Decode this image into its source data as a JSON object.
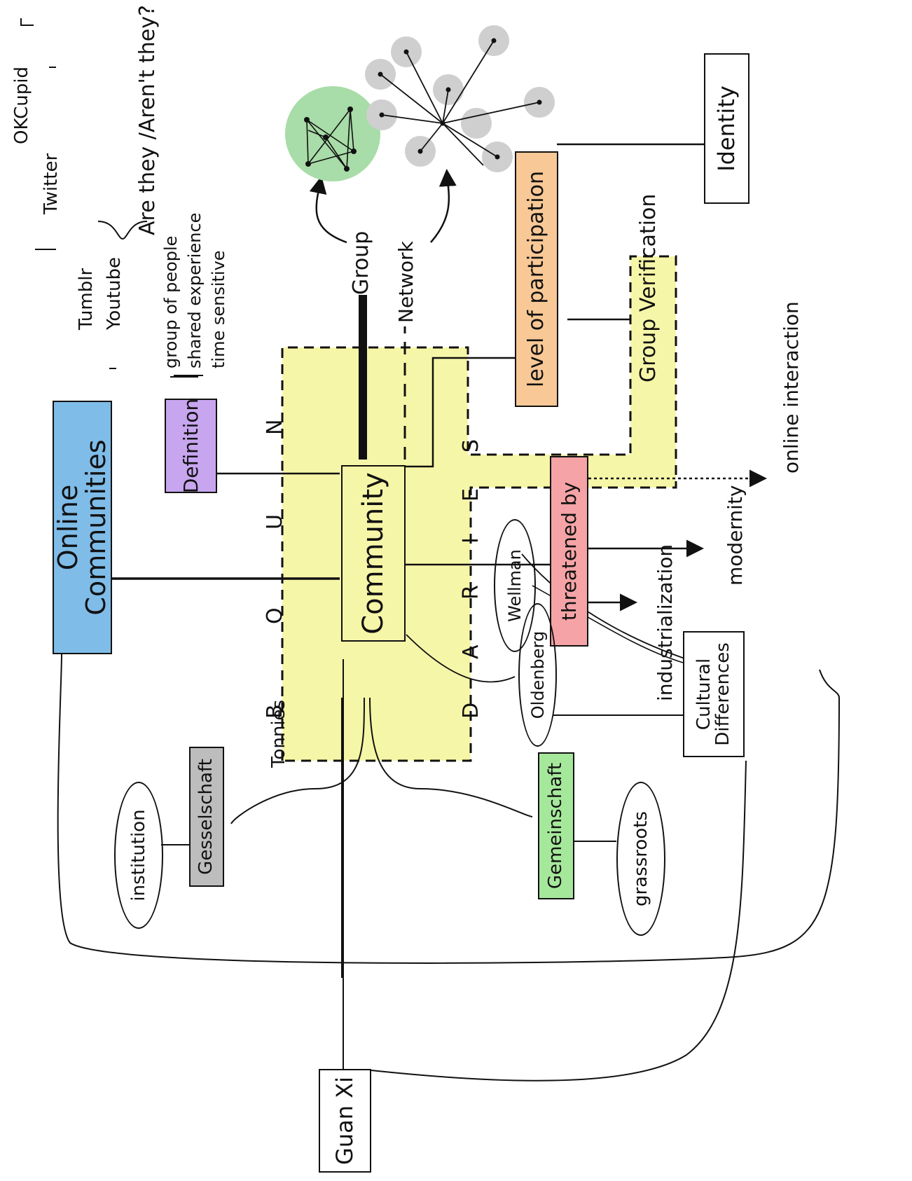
{
  "nodes": {
    "community": "Community",
    "online_communities": "Online Communities",
    "definition": "Definition",
    "level_of_participation": "level of participation",
    "group_verification": "Group Verification",
    "identity": "Identity",
    "threatened_by": "threatened by",
    "cultural_line1": "Cultural",
    "cultural_line2": "Differences",
    "gesselschaft": "Gesselschaft",
    "gemeinschaft": "Gemeinschaft",
    "guan_xi": "Guan Xi"
  },
  "ovals": {
    "institution": "institution",
    "grassroots": "grassroots",
    "wellman": "Wellman",
    "oldenberg": "Oldenberg"
  },
  "platforms": [
    "OKCupid",
    "Twitter",
    "Tumblr",
    "Youtube"
  ],
  "platforms_note": "Are they /Aren't they?",
  "definition_items": [
    "group of people",
    "shared experience",
    "time sensitive"
  ],
  "labels": {
    "group": "Group",
    "network": "Network",
    "tonnies": "Tonnies",
    "industrialization": "industrialization",
    "modernity": "modernity",
    "online_interaction": "online interaction"
  },
  "boundaries_letters": [
    "B",
    "O",
    "U",
    "N",
    "D",
    "A",
    "R",
    "I",
    "E",
    "S"
  ],
  "colors": {
    "boundary_fill": "#f6f6a8",
    "online_communities": "#7fbce8",
    "definition": "#c7a5ef",
    "level_of_participation": "#f8c896",
    "threatened_by": "#f5a3a6",
    "gesselschaft": "#bdbdbd",
    "gemeinschaft": "#a6e89b",
    "group_circle": "#a8dca8",
    "network_nodes": "#cfcfcf"
  }
}
